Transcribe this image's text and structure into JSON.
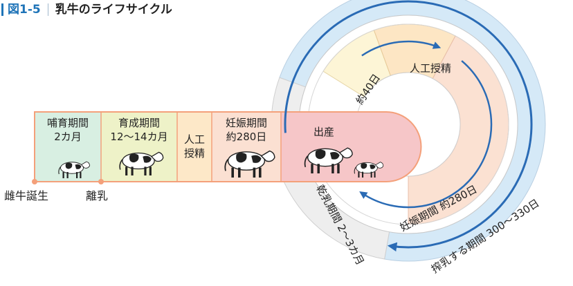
{
  "title": {
    "number": "図1-5",
    "text": "乳牛のライフサイクル"
  },
  "stages": [
    {
      "line1": "哺育期間",
      "line2": "2カ月"
    },
    {
      "line1": "育成期間",
      "line2": "12〜14カ月"
    },
    {
      "line1": "人工",
      "line2": "授精"
    },
    {
      "line1": "妊娠期間",
      "line2": "約280日"
    },
    {
      "line1": "出産"
    }
  ],
  "milestones": {
    "birth": "雌牛誕生",
    "weaning": "離乳"
  },
  "cycle_labels": {
    "about40": "約40日",
    "insemination": "人工授精",
    "pregnancy": "妊娠期間 約280日",
    "dry": "乾乳期間 2〜3カ月",
    "milking": "搾乳する期間 300〜330日"
  },
  "colors": {
    "title_accent": "#1f74b8",
    "timeline_border": "#f4a07a",
    "stage_nursing": "#d8efe2",
    "stage_rearing": "#eef2c8",
    "stage_insemination": "#fde8c8",
    "stage_pregnancy": "#fbe0d2",
    "stage_birth": "#f6c6c8",
    "milking_band": "#d5e9f7",
    "dry_band": "#eeeeee",
    "inner_40": "#fdf5d6",
    "inner_insemination": "#fde6c4",
    "inner_pregnancy": "#fbe1d2",
    "arrow": "#2a6bb5"
  }
}
